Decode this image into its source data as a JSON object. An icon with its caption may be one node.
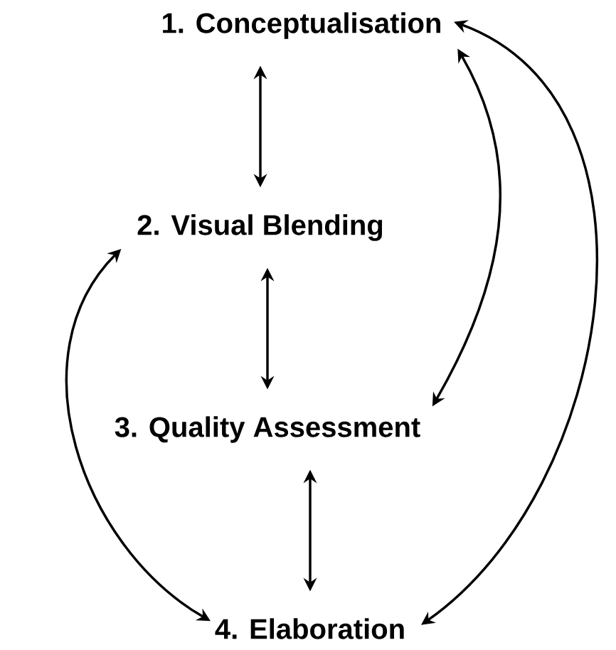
{
  "diagram": {
    "nodes": [
      {
        "text": [
          "1. Conceptualisation"
        ]
      },
      {
        "text": [
          "2. Visual Blending"
        ]
      },
      {
        "text": [
          "3. Quality Assessment"
        ]
      },
      {
        "text": [
          "4. Elaboration"
        ]
      }
    ],
    "edges": [
      {
        "from": 0,
        "to": 1,
        "arrow": "both"
      },
      {
        "from": 1,
        "to": 2,
        "arrow": "both"
      },
      {
        "from": 2,
        "to": 3,
        "arrow": "both"
      },
      {
        "from": 1,
        "to": 3,
        "arrow": "both"
      },
      {
        "from": 0,
        "to": 2,
        "arrow": "both"
      },
      {
        "from": 0,
        "to": 3,
        "arrow": "both"
      }
    ]
  }
}
